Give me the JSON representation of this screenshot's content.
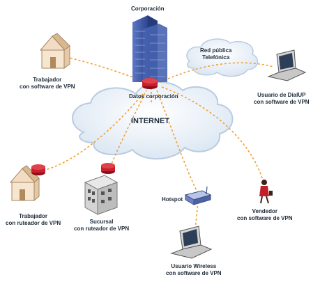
{
  "diagram": {
    "corporacion": "Corporación",
    "datos_corporacion": "Datos corporación",
    "internet": "INTERNET",
    "red_publica": [
      "Red pública",
      "Telefónica"
    ],
    "trabajador_vpn": [
      "Trabajador",
      "con software de VPN"
    ],
    "usuario_dialup": [
      "Usuario de DialUP",
      "con software de VPN"
    ],
    "trabajador_ruteador": [
      "Trabajador",
      "con ruteador de VPN"
    ],
    "sucursal": [
      "Sucursal",
      "con ruteador de VPN"
    ],
    "hotspot": "Hotspot",
    "vendedor": [
      "Vendedor",
      "con software de VPN"
    ],
    "usuario_wireless": [
      "Usuario Wireless",
      "con software de VPN"
    ]
  },
  "colors": {
    "cloud": "#dfe9f4",
    "cloud_edge": "#b9cbe0",
    "link": "#f0a030",
    "router": "#c8202c",
    "building": "#3e5aa8"
  }
}
